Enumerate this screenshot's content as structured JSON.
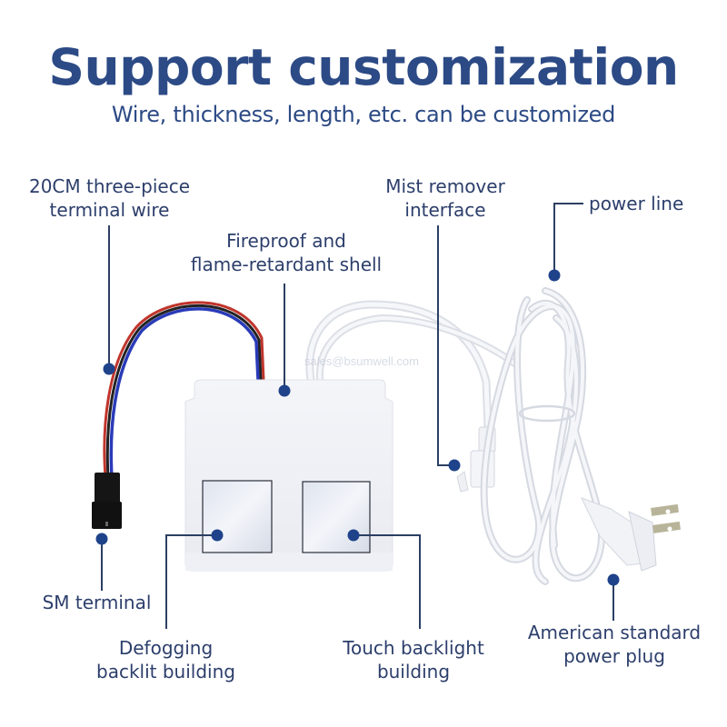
{
  "header": {
    "title": "Support customization",
    "subtitle": "Wire, thickness, length, etc. can be customized"
  },
  "callouts": {
    "terminal_wire": {
      "line1": "20CM three-piece",
      "line2": "terminal wire"
    },
    "shell": {
      "line1": "Fireproof and",
      "line2": "flame-retardant shell"
    },
    "mist_interface": {
      "line1": "Mist remover",
      "line2": "interface"
    },
    "power_line": {
      "line1": "power line"
    },
    "sm_terminal": {
      "line1": "SM terminal"
    },
    "defogging": {
      "line1": "Defogging",
      "line2": "backlit building"
    },
    "touch": {
      "line1": "Touch backlight",
      "line2": "building"
    },
    "plug": {
      "line1": "American standard",
      "line2": "power plug"
    }
  },
  "watermark": "sales@bsumwell.com",
  "colors": {
    "title_blue": "#2c4a85",
    "label_navy": "#2c3e6b",
    "leader_line": "#2b3f63",
    "dot_blue": "#1f438a"
  }
}
